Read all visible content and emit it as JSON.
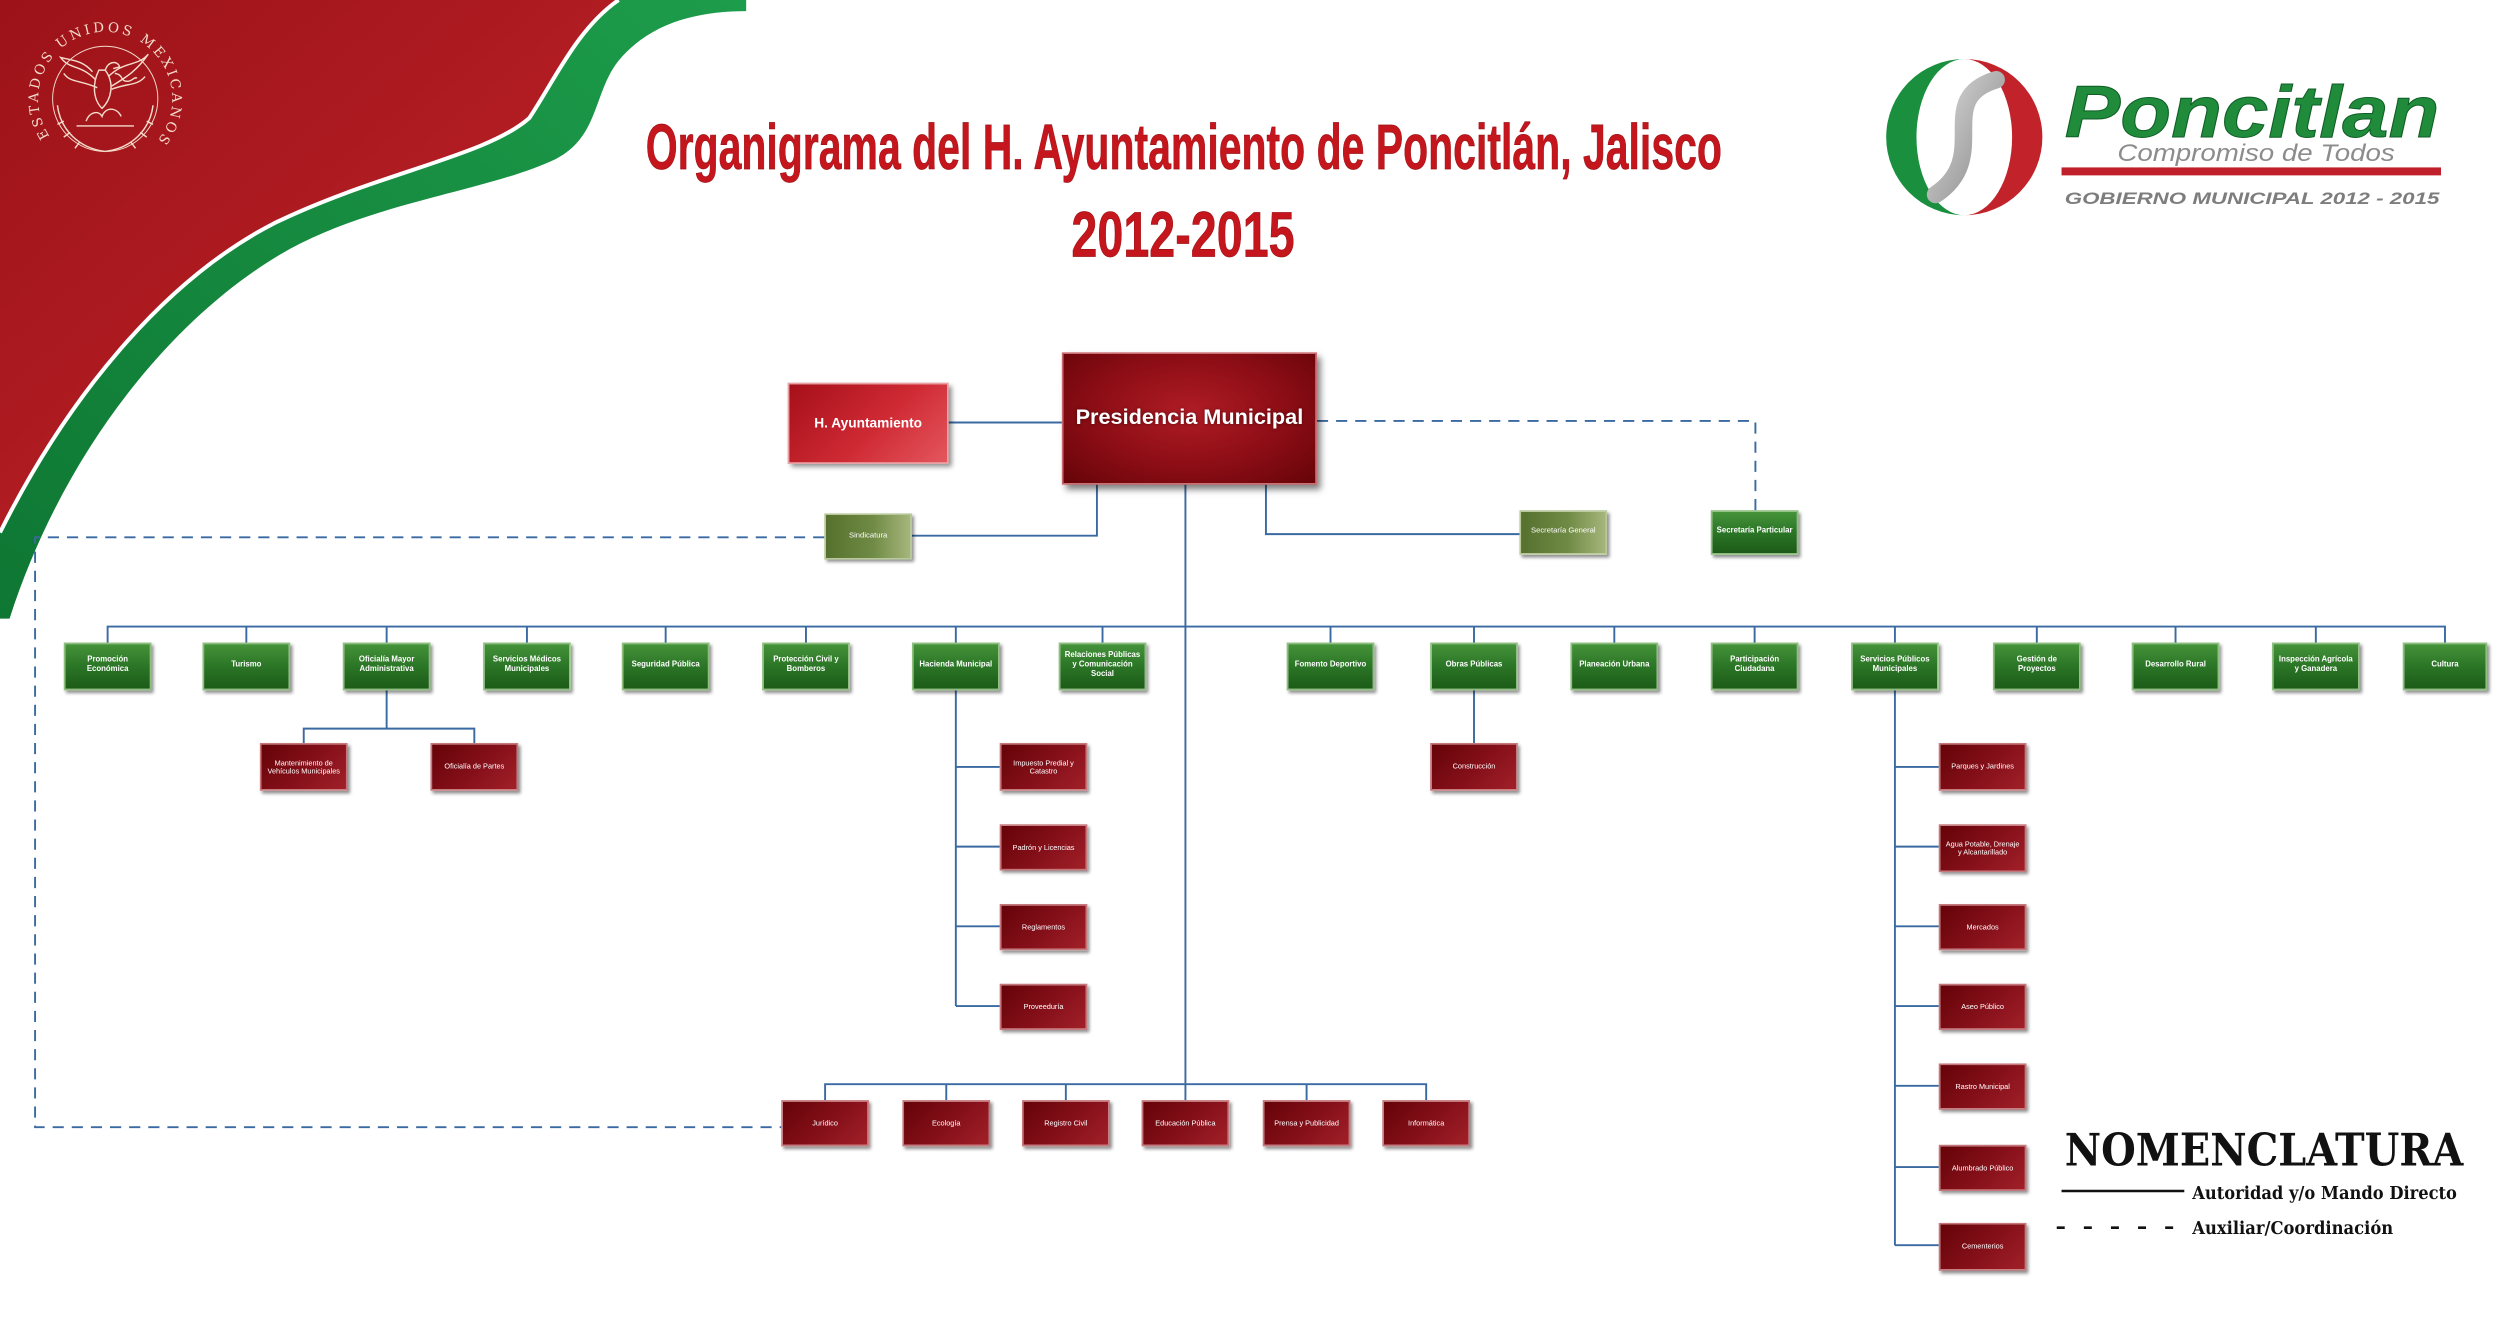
{
  "title": {
    "line1": "Organigrama del H. Ayuntamiento de Poncitlán, Jalisco",
    "line2": "2012-2015"
  },
  "seal": {
    "text": "ESTADOS UNIDOS MEXICANOS"
  },
  "logo": {
    "name": "Poncitlan",
    "slogan": "Compromiso de Todos",
    "government": "GOBIERNO MUNICIPAL 2012 - 2015"
  },
  "org": {
    "ayuntamiento": "H. Ayuntamiento",
    "presidencia": "Presidencia Municipal",
    "sindicatura": "Sindicatura",
    "secretaria_general": "Secretaría General",
    "secretaria_particular": "Secretaría Particular",
    "departments": [
      "Promoción Económica",
      "Turismo",
      "Oficialía Mayor Administrativa",
      "Servicios Médicos Municipales",
      "Seguridad Pública",
      "Protección Civil y Bomberos",
      "Hacienda Municipal",
      "Relaciones Públicas y Comunicación Social",
      "Fomento Deportivo",
      "Obras Públicas",
      "Planeación Urbana",
      "Participación Ciudadana",
      "Servicios Públicos Municipales",
      "Gestión de Proyectos",
      "Desarrollo Rural",
      "Inspección Agrícola y Ganadera",
      "Cultura"
    ],
    "oficialia_sub": [
      "Mantenimiento de Vehículos Municipales",
      "Oficialía de Partes"
    ],
    "hacienda_sub": [
      "Impuesto Predial y Catastro",
      "Padrón y Licencias",
      "Reglamentos",
      "Proveeduría"
    ],
    "obras_sub": [
      "Construcción"
    ],
    "servicios_sub": [
      "Parques y Jardines",
      "Agua Potable, Drenaje y Alcantarillado",
      "Mercados",
      "Aseo Público",
      "Rastro Municipal",
      "Alumbrado Público",
      "Cementerios"
    ],
    "staff": [
      "Jurídico",
      "Ecología",
      "Registro Civil",
      "Educación Pública",
      "Prensa y Publicidad",
      "Informática"
    ]
  },
  "legend": {
    "title": "NOMENCLATURA",
    "direct": "Autoridad y/o Mando Directo",
    "auxiliary": "Auxiliar/Coordinación"
  },
  "colors": {
    "title_red": "#c4161c",
    "connector_blue": "#3a6aa1",
    "department_green": "#2b7526",
    "unit_red": "#86101a",
    "presidencia_red": "#8c0d15",
    "coordination_olive": "#6f8a44",
    "logo_green": "#1f8b3b",
    "swoosh_red": "#a3151d",
    "swoosh_green": "#138a40"
  }
}
